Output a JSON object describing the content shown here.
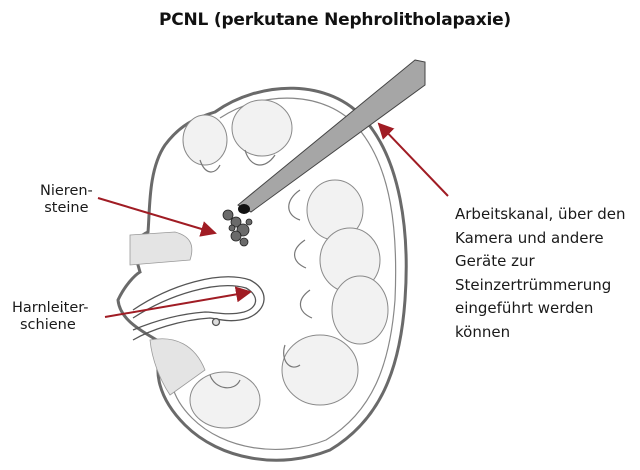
{
  "title": "PCNL (perkutane Nephrolitholapaxie)",
  "labels": {
    "stones": [
      "Nieren-",
      "steine"
    ],
    "stent": [
      "Harnleiter-",
      "schiene"
    ],
    "channel": [
      "Arbeitskanal, über den",
      "Kamera und andere",
      "Geräte zur",
      "Steinzertrümmerung",
      "eingeführt werden",
      "können"
    ]
  },
  "colors": {
    "arrow": "#a01c24",
    "instrument": "#a6a6a6",
    "sketch": "#555555"
  }
}
